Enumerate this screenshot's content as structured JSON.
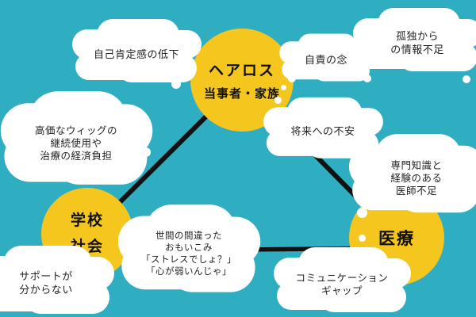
{
  "diagram": {
    "colors": {
      "background": "#2FADC1",
      "node_fill": "#F5C61E",
      "connector": "#111111",
      "bubble_fill": "#FFFFFF",
      "text": "#111111"
    },
    "nodes": [
      {
        "id": "hairloss-family",
        "label_line1": "ヘアロス",
        "label_line2": "当事者・家族"
      },
      {
        "id": "school-society",
        "label": "学校\n社会"
      },
      {
        "id": "medical",
        "label": "医療"
      }
    ],
    "bubbles": [
      {
        "id": "self-esteem",
        "text": "自己肯定感の低下"
      },
      {
        "id": "self-blame",
        "text": "自責の念"
      },
      {
        "id": "isolation-info",
        "text": "孤独から\nの情報不足"
      },
      {
        "id": "wig-cost",
        "text": "高価なウィッグの\n継続使用や\n治療の経済負担"
      },
      {
        "id": "future-anxiety",
        "text": "将来への不安"
      },
      {
        "id": "doctor-shortage",
        "text": "専門知識と\n経験のある\n医師不足"
      },
      {
        "id": "support-unknown",
        "text": "サポートが\n分からない"
      },
      {
        "id": "misconception",
        "text": "世間の間違った\nおもいこみ\n「ストレスでしょ？」\n「心が弱いんじゃ」"
      },
      {
        "id": "communication-gap",
        "text": "コミュニケーション\nギャップ"
      }
    ]
  }
}
